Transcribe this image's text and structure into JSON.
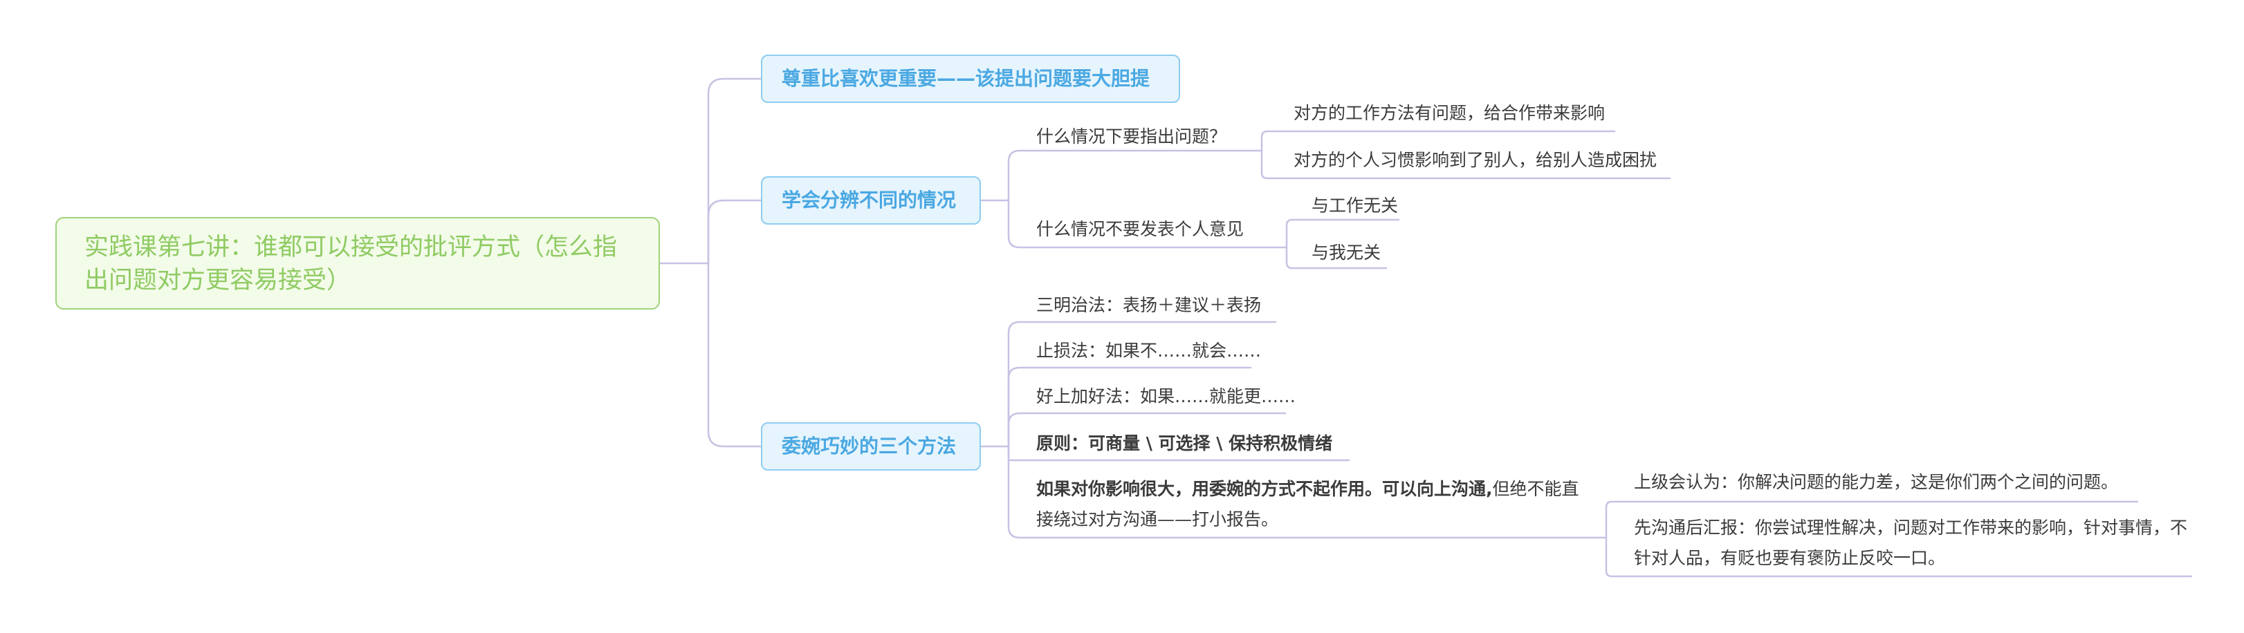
{
  "mindmap": {
    "root": "实践课第七讲：谁都可以接受的批评方式（怎么指出问题对方更容易接受）",
    "branch1": {
      "title": "尊重比喜欢更重要——该提出问题要大胆提"
    },
    "branch2": {
      "title": "学会分辨不同的情况",
      "q1": {
        "label": "什么情况下要指出问题？",
        "items": [
          "对方的工作方法有问题，给合作带来影响",
          "对方的个人习惯影响到了别人，给别人造成困扰"
        ]
      },
      "q2": {
        "label": "什么情况不要发表个人意见",
        "items": [
          "与工作无关",
          "与我无关"
        ]
      }
    },
    "branch3": {
      "title": "委婉巧妙的三个方法",
      "items": [
        "三明治法：表扬＋建议＋表扬",
        "止损法：如果不……就会……",
        "好上加好法：如果……就能更……",
        "原则：可商量 \\ 可选择 \\ 保持积极情绪"
      ],
      "escalate": {
        "bold_part": "如果对你影响很大，用委婉的方式不起作用。可以向上沟通,",
        "normal_part": "但绝不能直接绕过对方沟通——打小报告。",
        "items": [
          "上级会认为：你解决问题的能力差，这是你们两个之间的问题。",
          "先沟通后汇报：你尝试理性解决，问题对工作带来的影响，针对事情，不针对人品，有贬也要有褒防止反咬一口。"
        ]
      }
    },
    "colors": {
      "root_border": "#9fd37a",
      "root_text": "#8fcb63",
      "topic_border": "#8ecdf0",
      "topic_text": "#4aa8e2",
      "line": "#c7c2e4",
      "leaf_text": "#3b3b3b"
    }
  }
}
